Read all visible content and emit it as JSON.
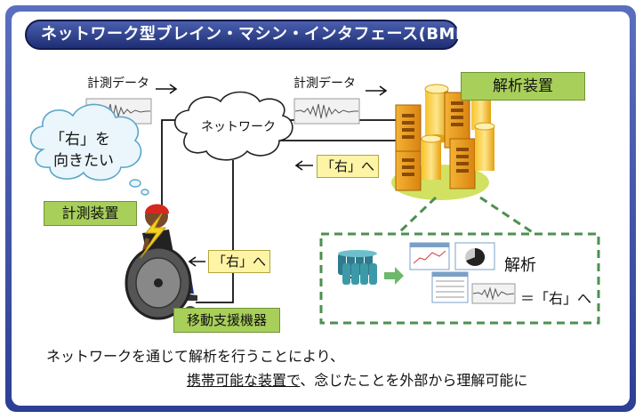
{
  "title": "ネットワーク型ブレイン・マシン・インタフェース(BMI)",
  "measurement_data_left": "計測データ",
  "measurement_data_right": "計測データ",
  "network_label": "ネットワーク",
  "thought_line1": "「右」を",
  "thought_line2": "向きたい",
  "measurement_device_label": "計測装置",
  "analysis_device_label": "解析装置",
  "command_right_upper": "「右」へ",
  "command_right_lower": "「右」へ",
  "mobility_device_label": "移動支援機器",
  "inset_analysis_label": "解析",
  "inset_result": "＝「右」へ",
  "bottom_text_line1": "ネットワークを通じて解析を行うことにより、",
  "bottom_text_line2_underlined": "携帯可能な装置で",
  "bottom_text_line2_rest": "、念じたことを外部から理解可能に",
  "colors": {
    "frame": "#2c3f95",
    "label_green": "#a8cf5a",
    "command_yellow": "#fdf4a6",
    "inset_dash": "#4d8f4f",
    "server_orange": "#f0a020"
  }
}
